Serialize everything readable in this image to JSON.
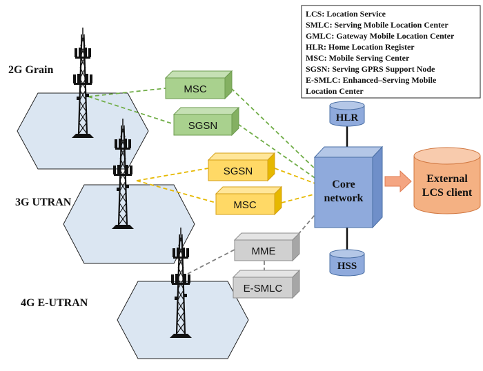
{
  "generations": [
    {
      "label": "2G Grain"
    },
    {
      "label": "3G UTRAN"
    },
    {
      "label": "4G E-UTRAN"
    }
  ],
  "nodes": {
    "msc_2g": "MSC",
    "sgsn_2g": "SGSN",
    "sgsn_3g": "SGSN",
    "msc_3g": "MSC",
    "mme": "MME",
    "esmlc": "E-SMLC",
    "hlr": "HLR",
    "hss": "HSS",
    "core_line1": "Core",
    "core_line2": "network",
    "external_line1": "External",
    "external_line2": "LCS client"
  },
  "legend": [
    "LCS: Location Service",
    "SMLC: Serving Mobile Location Center",
    "GMLC: Gateway Mobile Location Center",
    "HLR: Home Location Register",
    "MSC: Mobile Serving Center",
    "SGSN: Serving GPRS Support Node",
    "E-SMLC: Enhanced–Serving Mobile",
    "Location Center"
  ],
  "colors": {
    "cell_fill": "#dbe6f2",
    "green_box": "#a9d18e",
    "green_link": "#70ad47",
    "yellow_box": "#ffd966",
    "yellow_link": "#e6b800",
    "gray_box": "#d0d0d0",
    "gray_link": "#808080",
    "core": "#8faadc",
    "db": "#8faadc",
    "external": "#f4b183",
    "arrow": "#f4a582"
  }
}
